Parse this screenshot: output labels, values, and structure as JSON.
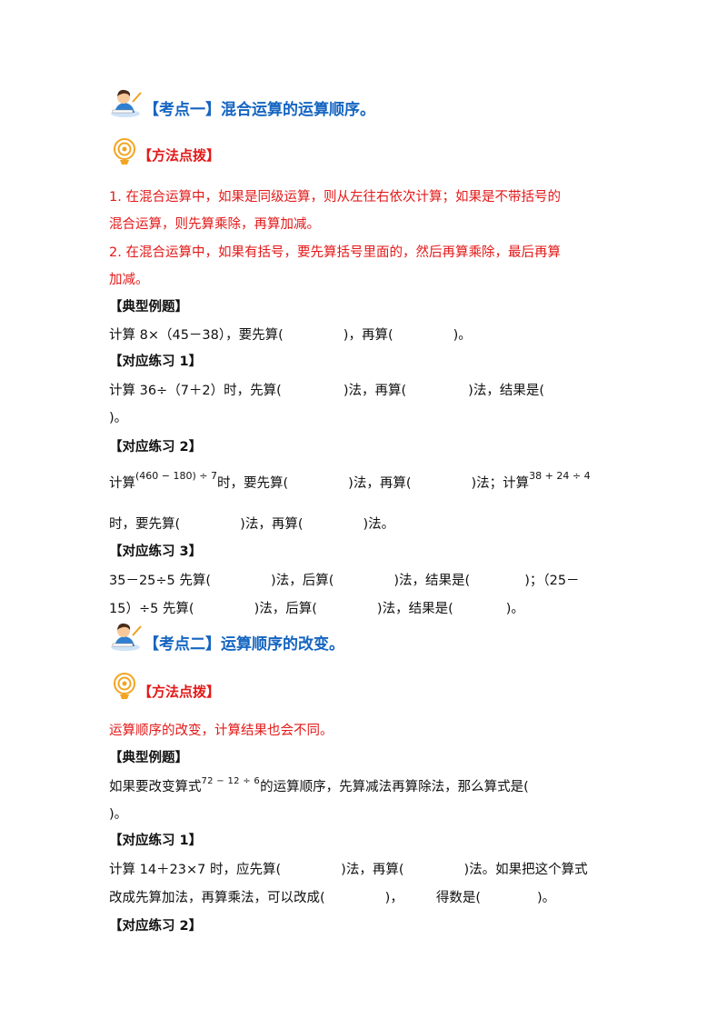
{
  "section1": {
    "title": "【考点一】混合运算的运算顺序。",
    "method_title": "【方法点拨】",
    "method_lines": [
      "1.  在混合运算中，如果是同级运算，则从左往右依次计算；如果是不带括号的",
      "混合运算，则先算乘除，再算加减。",
      "2.  在混合运算中，如果有括号，要先算括号里面的，然后再算乘除，最后再算",
      "加减。"
    ],
    "example_title": "【典型例题】",
    "example": {
      "a": "计算 8×（45－38），要先算(",
      "b": ")，再算(",
      "c": ")。"
    },
    "ex1_title": "【对应练习 1】",
    "ex1": {
      "a": "计算 36÷（7＋2）时，先算(",
      "b": ")法，再算(",
      "c": ")法，结果是(",
      "d": ")。"
    },
    "ex2_title": "【对应练习 2】",
    "ex2": {
      "a": "计算",
      "expr1": "(460 − 180) ÷ 7",
      "b": "时，要先算(",
      "c": ")法，再算(",
      "d": ")法；计算",
      "expr2": "38 + 24 ÷ 4",
      "e": "时，要先算(",
      "f": ")法，再算(",
      "g": ")法。"
    },
    "ex3_title": "【对应练习 3】",
    "ex3": {
      "a": "35－25÷5 先算(",
      "b": ")法，后算(",
      "c": ")法，结果是(",
      "d": ")；（25－",
      "e": "15）÷5 先算(",
      "f": ")法，后算(",
      "g": ")法，结果是(",
      "h": ")。"
    }
  },
  "section2": {
    "title": "【考点二】运算顺序的改变。",
    "method_title": "【方法点拨】",
    "method_line": "运算顺序的改变，计算结果也会不同。",
    "example_title": "【典型例题】",
    "example": {
      "a": "如果要改变算式",
      "expr": "72 − 12 ÷ 6",
      "b": "的运算顺序，先算减法再算除法，那么算式是(",
      "c": ")。"
    },
    "ex1_title": "【对应练习 1】",
    "ex1": {
      "a": "计算 14＋23×7 时，应先算(",
      "b": ")法，再算(",
      "c": ")法。如果把这个算式",
      "d": "改成先算加法，再算乘法，可以改成(",
      "e": ")，",
      "f": "得数是(",
      "g": ")。"
    },
    "ex2_title": "【对应练习 2】"
  },
  "colors": {
    "heading_blue": "#1565c0",
    "red": "#e31818"
  }
}
